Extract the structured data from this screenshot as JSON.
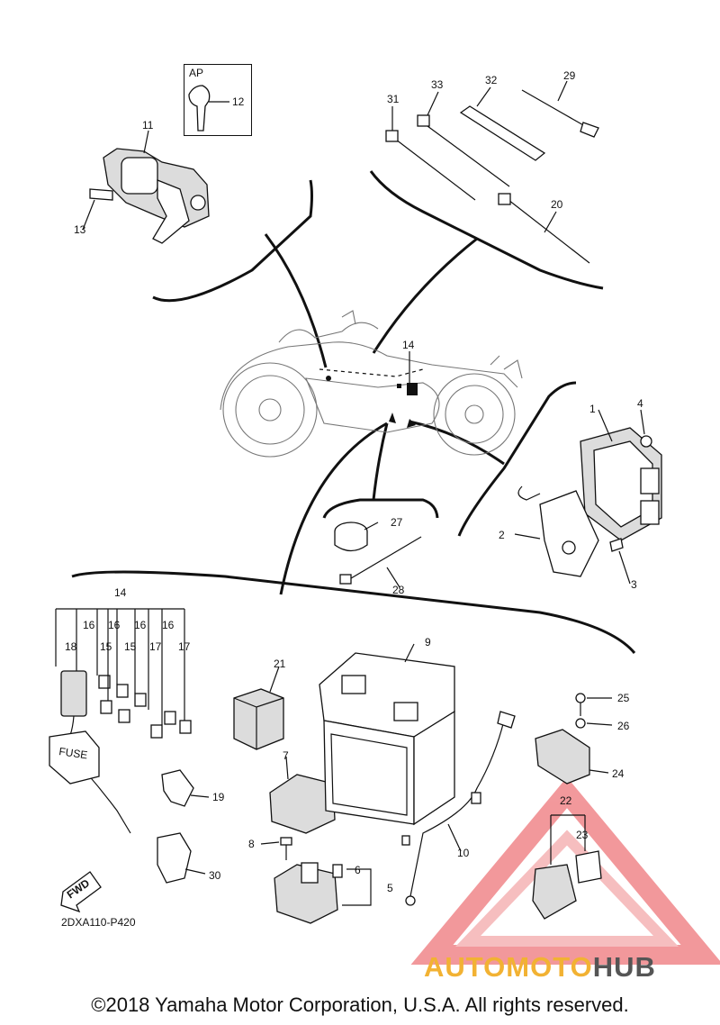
{
  "diagram": {
    "code": "2DXA110-P420",
    "copyright": "©2018 Yamaha Motor Corporation, U.S.A. All rights reserved.",
    "ap_label": "AP",
    "fwd_label": "FWD",
    "fuse_label": "FUSE",
    "callouts": [
      {
        "id": "c1",
        "label": "1"
      },
      {
        "id": "c2",
        "label": "2"
      },
      {
        "id": "c3",
        "label": "3"
      },
      {
        "id": "c4",
        "label": "4"
      },
      {
        "id": "c5",
        "label": "5"
      },
      {
        "id": "c6",
        "label": "6"
      },
      {
        "id": "c7",
        "label": "7"
      },
      {
        "id": "c8",
        "label": "8"
      },
      {
        "id": "c9",
        "label": "9"
      },
      {
        "id": "c10",
        "label": "10"
      },
      {
        "id": "c11",
        "label": "11"
      },
      {
        "id": "c12",
        "label": "12"
      },
      {
        "id": "c13",
        "label": "13"
      },
      {
        "id": "c14a",
        "label": "14"
      },
      {
        "id": "c14b",
        "label": "14"
      },
      {
        "id": "c15a",
        "label": "15"
      },
      {
        "id": "c15b",
        "label": "15"
      },
      {
        "id": "c16a",
        "label": "16"
      },
      {
        "id": "c16b",
        "label": "16"
      },
      {
        "id": "c16c",
        "label": "16"
      },
      {
        "id": "c16d",
        "label": "16"
      },
      {
        "id": "c17a",
        "label": "17"
      },
      {
        "id": "c17b",
        "label": "17"
      },
      {
        "id": "c18",
        "label": "18"
      },
      {
        "id": "c19",
        "label": "19"
      },
      {
        "id": "c20",
        "label": "20"
      },
      {
        "id": "c21",
        "label": "21"
      },
      {
        "id": "c22",
        "label": "22"
      },
      {
        "id": "c23",
        "label": "23"
      },
      {
        "id": "c24",
        "label": "24"
      },
      {
        "id": "c25",
        "label": "25"
      },
      {
        "id": "c26",
        "label": "26"
      },
      {
        "id": "c27",
        "label": "27"
      },
      {
        "id": "c28",
        "label": "28"
      },
      {
        "id": "c29",
        "label": "29"
      },
      {
        "id": "c30",
        "label": "30"
      },
      {
        "id": "c31",
        "label": "31"
      },
      {
        "id": "c32",
        "label": "32"
      },
      {
        "id": "c33",
        "label": "33"
      }
    ]
  },
  "watermark": {
    "word1": "AUTO",
    "word2": "MOTO",
    "word3": "HUB",
    "color_primary": "#f2b233",
    "color_secondary": "#555555",
    "triangle_color": "#e8454a"
  }
}
